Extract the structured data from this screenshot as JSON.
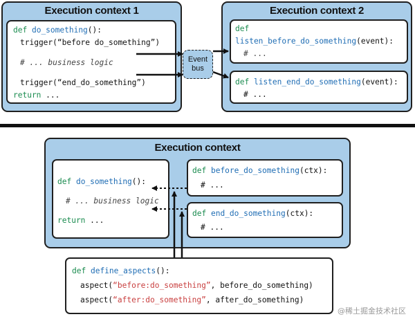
{
  "top": {
    "ctx1_title": "Execution context 1",
    "ctx2_title": "Execution context 2",
    "left_code": {
      "l1_kw": "def",
      "l1_fn": "do_something",
      "l1_rest": "():",
      "l2": "trigger(“before do_something”)",
      "l3": "# ... business logic",
      "l4": "trigger(“end_do_something”)",
      "l5_kw": "return",
      "l5_rest": " ..."
    },
    "right_top_code": {
      "l1_kw": "def",
      "l2_fn": "listen_before_do_something",
      "l2_rest": "(event):",
      "l3": "# ..."
    },
    "right_bottom_code": {
      "l1_kw": "def",
      "l1_fn": "listen_end_do_something",
      "l1_rest": "(event):",
      "l2": "# ..."
    },
    "event_bus_line1": "Event",
    "event_bus_line2": "bus"
  },
  "bottom": {
    "ctx_title": "Execution context",
    "left_code": {
      "l1_kw": "def",
      "l1_fn": "do_something",
      "l1_rest": "():",
      "l2": "# ... business logic",
      "l3_kw": "return",
      "l3_rest": " ..."
    },
    "right_top_code": {
      "l1_kw": "def",
      "l1_fn": "before_do_something",
      "l1_rest": "(ctx):",
      "l2": "# ..."
    },
    "right_bottom_code": {
      "l1_kw": "def",
      "l1_fn": "end_do_something",
      "l1_rest": "(ctx):",
      "l2": "# ..."
    },
    "aspects_code": {
      "l1_kw": "def",
      "l1_fn": "define_aspects",
      "l1_rest": "():",
      "l2_a": "aspect(",
      "l2_str": "“before:do_something”",
      "l2_b": ", before_do_something)",
      "l3_a": "aspect(",
      "l3_str": "“after:do_something”",
      "l3_b": ", after_do_something)"
    }
  },
  "watermark": "@稀土掘金技术社区",
  "colors": {
    "panel": "#a9cde9",
    "keyword": "#1a8b4f",
    "function": "#1f6db4",
    "string": "#c94040"
  }
}
